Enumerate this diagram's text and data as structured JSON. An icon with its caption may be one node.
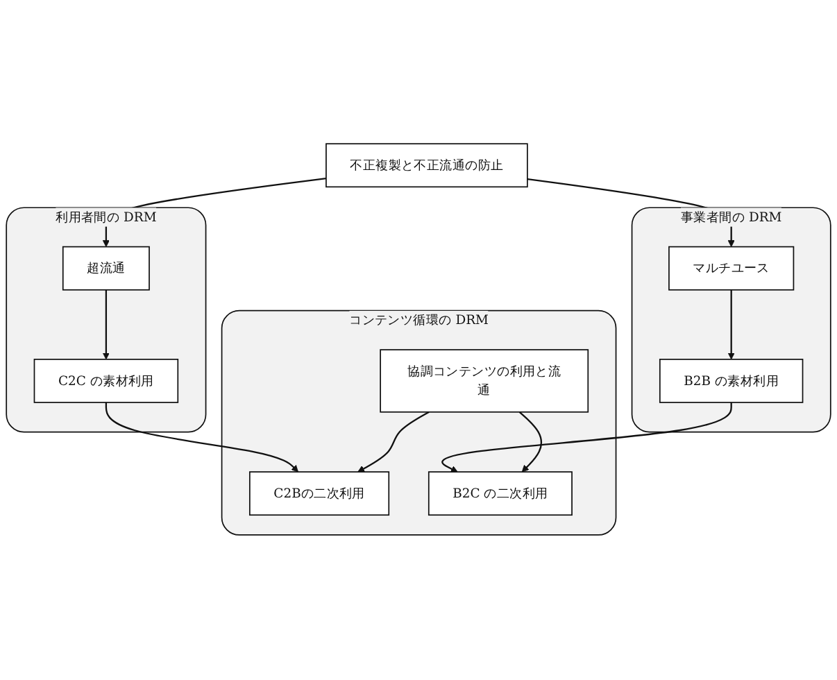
{
  "diagram": {
    "nodes": [
      {
        "text": [
          "事業者間の DRM"
        ]
      },
      {
        "text": [
          "利用者間の DRM"
        ]
      },
      {
        "text": [
          "不正複製と不正流通の防止"
        ]
      },
      {
        "text": [
          "マルチユース"
        ],
        "in": 0
      },
      {
        "text": [
          "超流通"
        ],
        "in": 1
      },
      {
        "text": [
          "B2B の素材利用"
        ],
        "in": 0
      },
      {
        "text": [
          "C2C の素材利用"
        ],
        "in": 1
      },
      {
        "text": [
          "コンテンツ循環の DRM"
        ]
      },
      {
        "text": [
          "C2Bの二次利用"
        ],
        "in": 7
      },
      {
        "text": [
          "B2C の二次利用"
        ],
        "in": 7
      },
      {
        "text": [
          "協調コンテンツの利用と流通"
        ],
        "in": 7
      }
    ],
    "edges": [
      {
        "from": 2,
        "to": 3,
        "arrow": "to"
      },
      {
        "from": 2,
        "to": 4,
        "arrow": "to"
      },
      {
        "from": 3,
        "to": 5,
        "arrow": "to"
      },
      {
        "from": 4,
        "to": 6,
        "arrow": "to"
      },
      {
        "from": 5,
        "to": 9,
        "arrow": "to"
      },
      {
        "from": 6,
        "to": 8,
        "arrow": "to"
      },
      {
        "from": 10,
        "to": 8,
        "arrow": "to"
      },
      {
        "from": 10,
        "to": 9,
        "arrow": "to"
      }
    ]
  }
}
